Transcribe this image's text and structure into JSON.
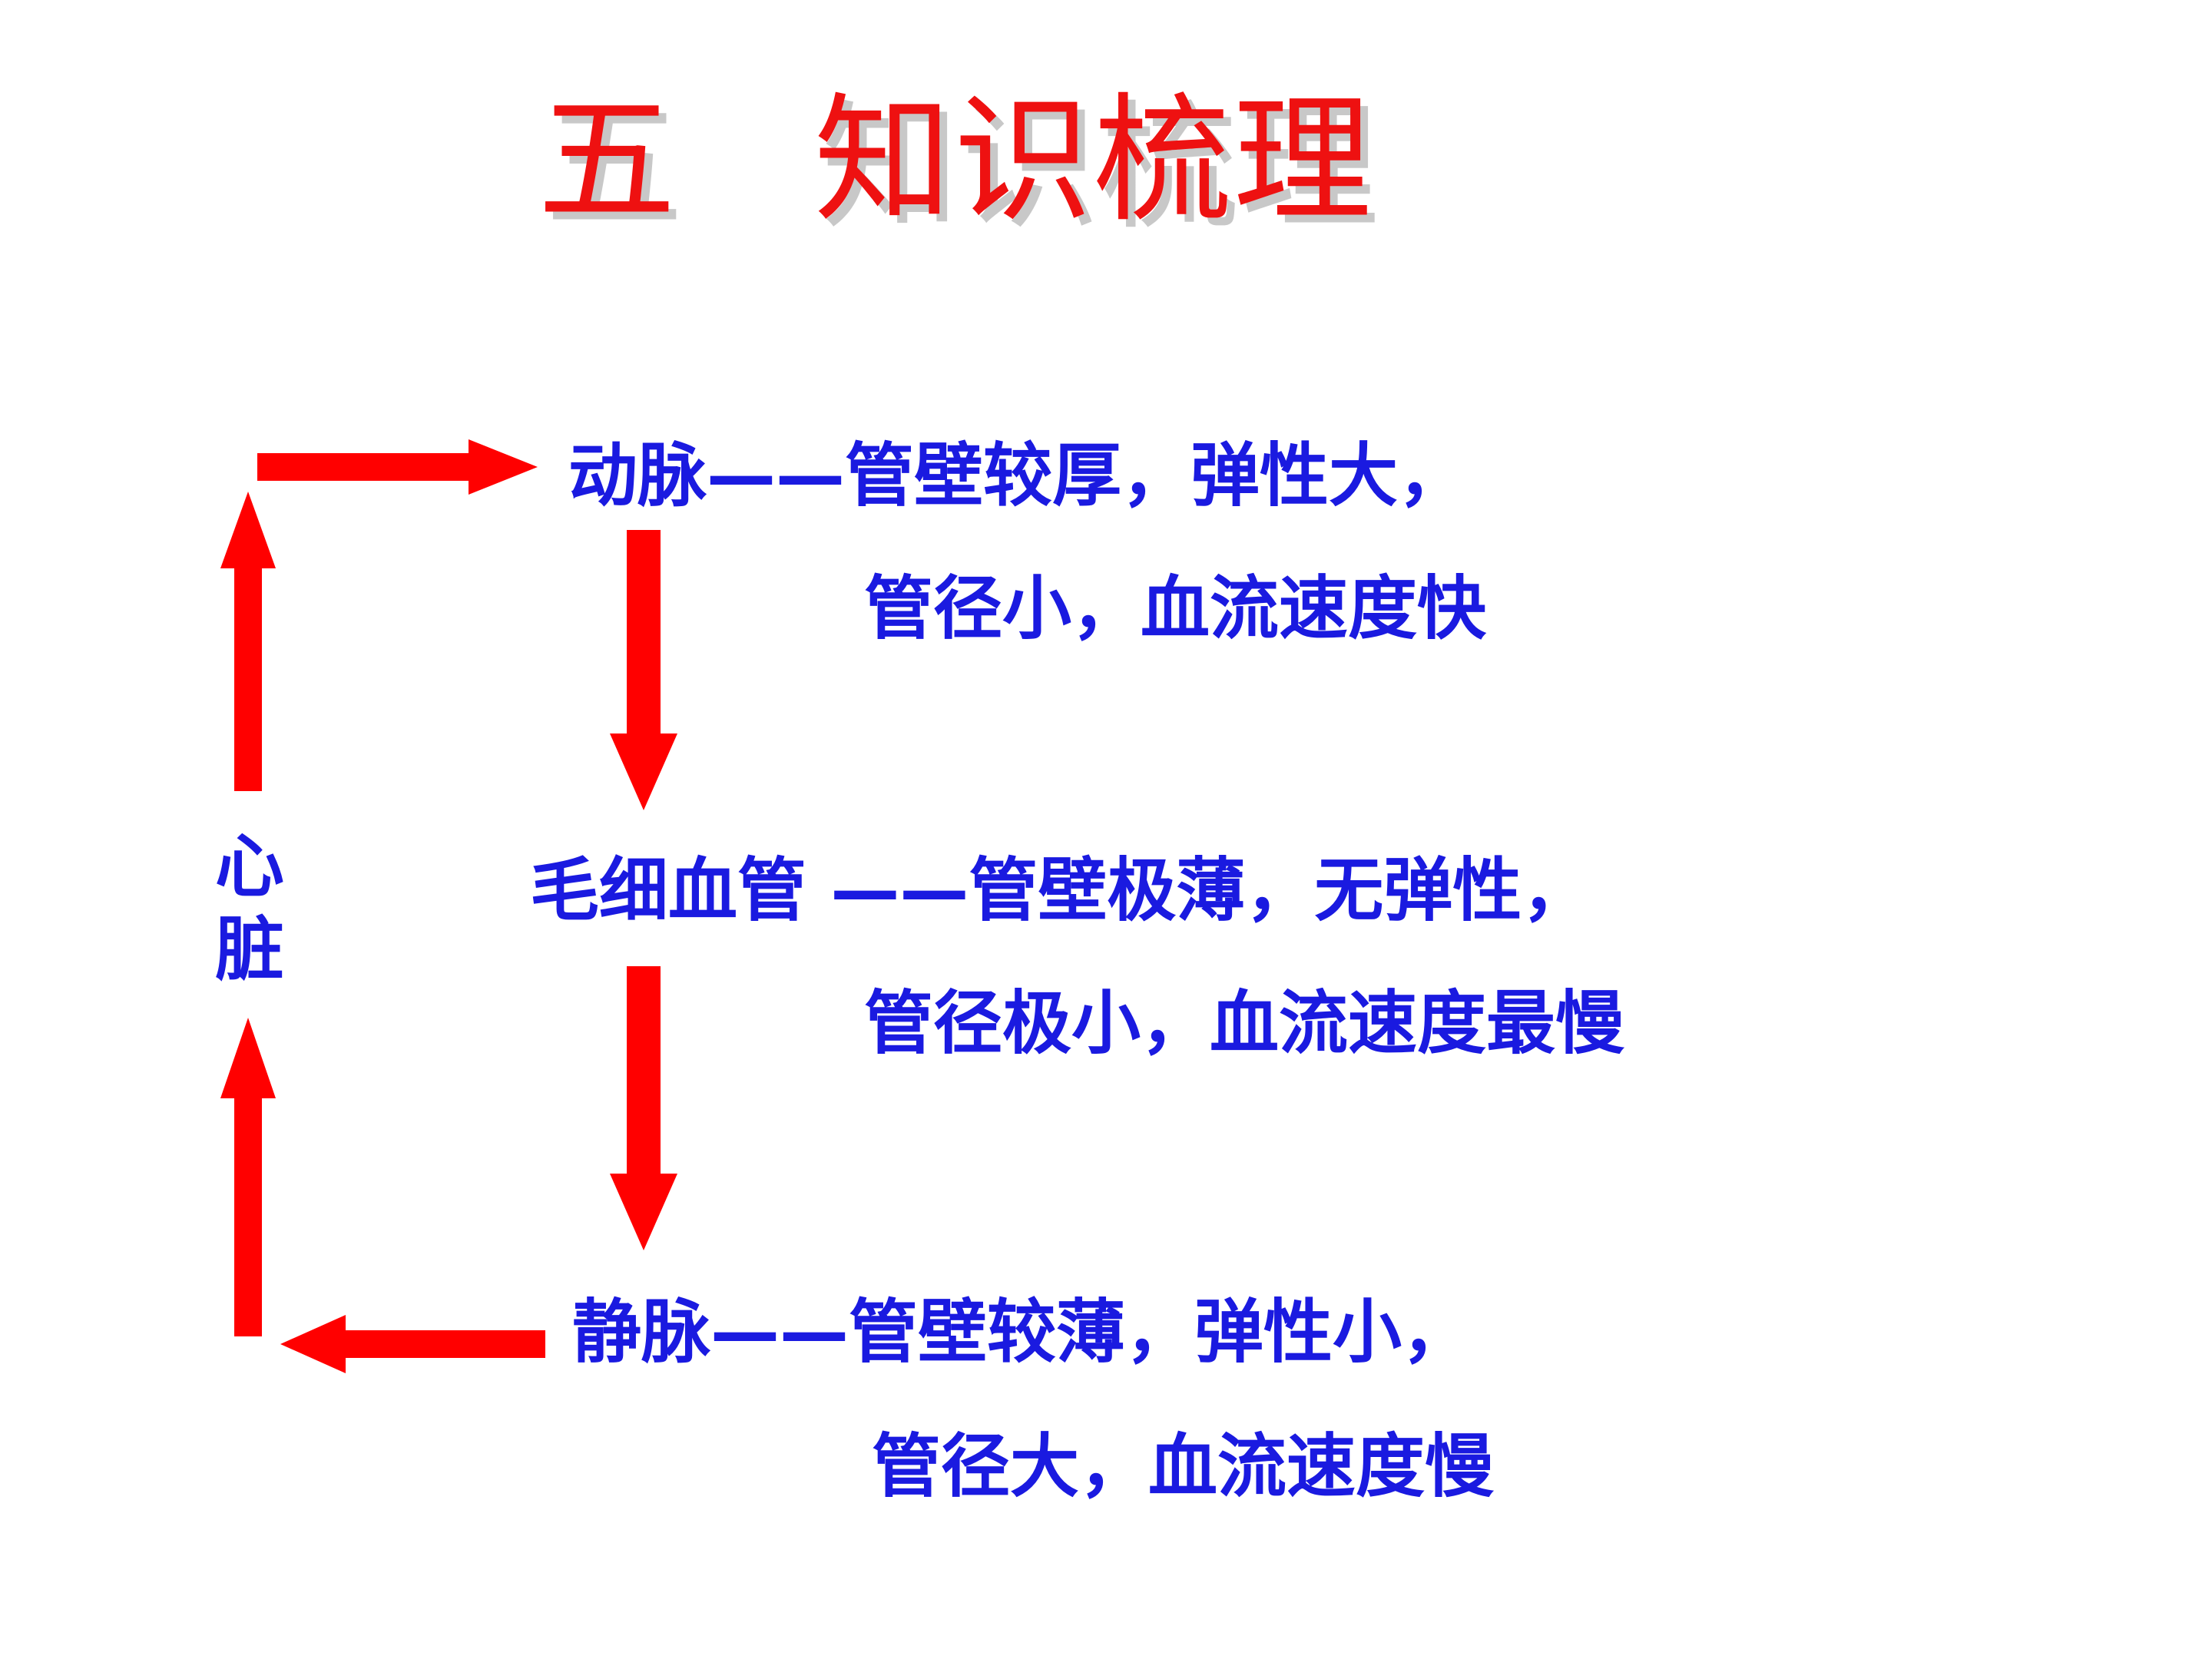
{
  "title": "五   知识梳理",
  "heart": {
    "char1": "心",
    "char2": "脏"
  },
  "artery": {
    "line1": "动脉——管壁较厚，弹性大，",
    "line2": "管径小，血流速度快"
  },
  "capillary": {
    "line1": "毛细血管 ——管壁极薄，无弹性，",
    "line2": "管径极小，血流速度最慢"
  },
  "vein": {
    "line1": "静脉——管壁较薄，弹性小，",
    "line2": "管径大，血流速度慢"
  },
  "colors": {
    "title": "#ee1111",
    "text": "#1a1ae0",
    "arrow": "#ff0000"
  }
}
